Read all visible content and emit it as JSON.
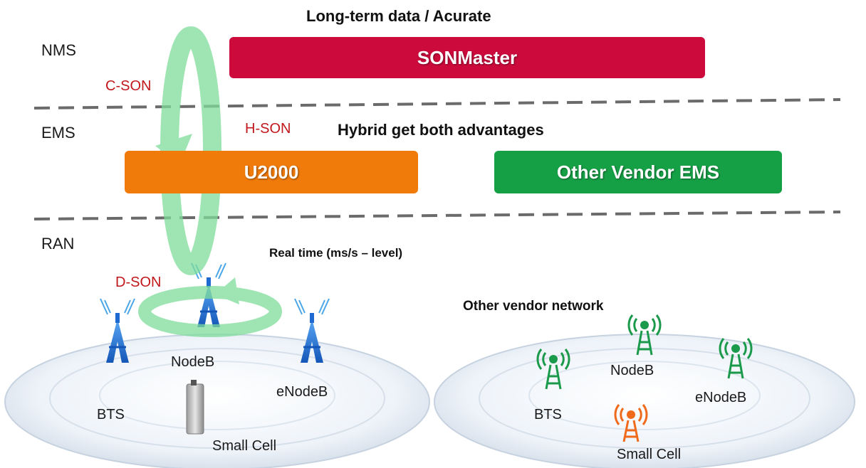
{
  "header": {
    "title": "Long-term data / Acurate"
  },
  "layers": {
    "nms": "NMS",
    "ems": "EMS",
    "ran": "RAN"
  },
  "son": {
    "c_son": "C-SON",
    "h_son": "H-SON",
    "d_son": "D-SON"
  },
  "notes": {
    "hybrid": "Hybrid get both advantages",
    "realtime": "Real time (ms/s – level)",
    "other_vendor_network": "Other vendor network"
  },
  "bars": {
    "sonmaster": {
      "label": "SONMaster",
      "color": "#cc0a3c"
    },
    "u2000": {
      "label": "U2000",
      "color": "#f07a0a"
    },
    "other_ems": {
      "label": "Other Vendor EMS",
      "color": "#16a046"
    }
  },
  "network_left": {
    "nodeb": "NodeB",
    "enodeb": "eNodeB",
    "bts": "BTS",
    "small_cell": "Small Cell"
  },
  "network_right": {
    "nodeb": "NodeB",
    "enodeb": "eNodeB",
    "bts": "BTS",
    "small_cell": "Small Cell"
  },
  "colors": {
    "loop": "#7fdc9a",
    "tower_blue": "#1f6fd6",
    "tower_green": "#1a9a4a",
    "tower_orange": "#f06a1c",
    "divider": "#6b6b6b"
  },
  "icons": [
    "radio-tower-icon",
    "signal-tower-icon",
    "small-cell-icon",
    "loop-arrow-icon"
  ]
}
